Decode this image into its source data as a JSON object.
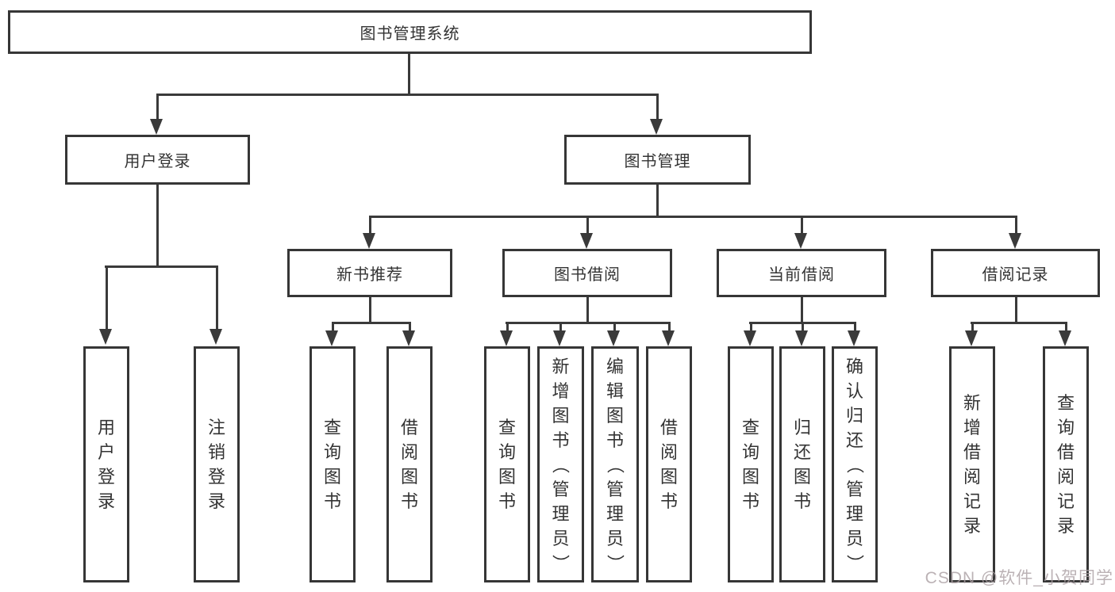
{
  "tree": {
    "root": "图书管理系统",
    "user_login": {
      "label": "用户登录",
      "children": [
        "用户登录",
        "注销登录"
      ]
    },
    "book_mgmt": {
      "label": "图书管理",
      "sections": {
        "new_book": {
          "label": "新书推荐",
          "children": [
            "查询图书",
            "借阅图书"
          ]
        },
        "borrow": {
          "label": "图书借阅",
          "children": [
            "查询图书",
            "新增图书（管理员）",
            "编辑图书（管理员）",
            "借阅图书"
          ]
        },
        "current": {
          "label": "当前借阅",
          "children": [
            "查询图书",
            "归还图书",
            "确认归还（管理员）"
          ]
        },
        "records": {
          "label": "借阅记录",
          "children": [
            "新增借阅记录",
            "查询借阅记录"
          ]
        }
      }
    }
  },
  "colors": {
    "line": "#3a3a3a",
    "border": "#363636",
    "text": "#333333",
    "watermark": "#ab9fa3"
  },
  "watermark": "CSDN @软件_小贺同学"
}
